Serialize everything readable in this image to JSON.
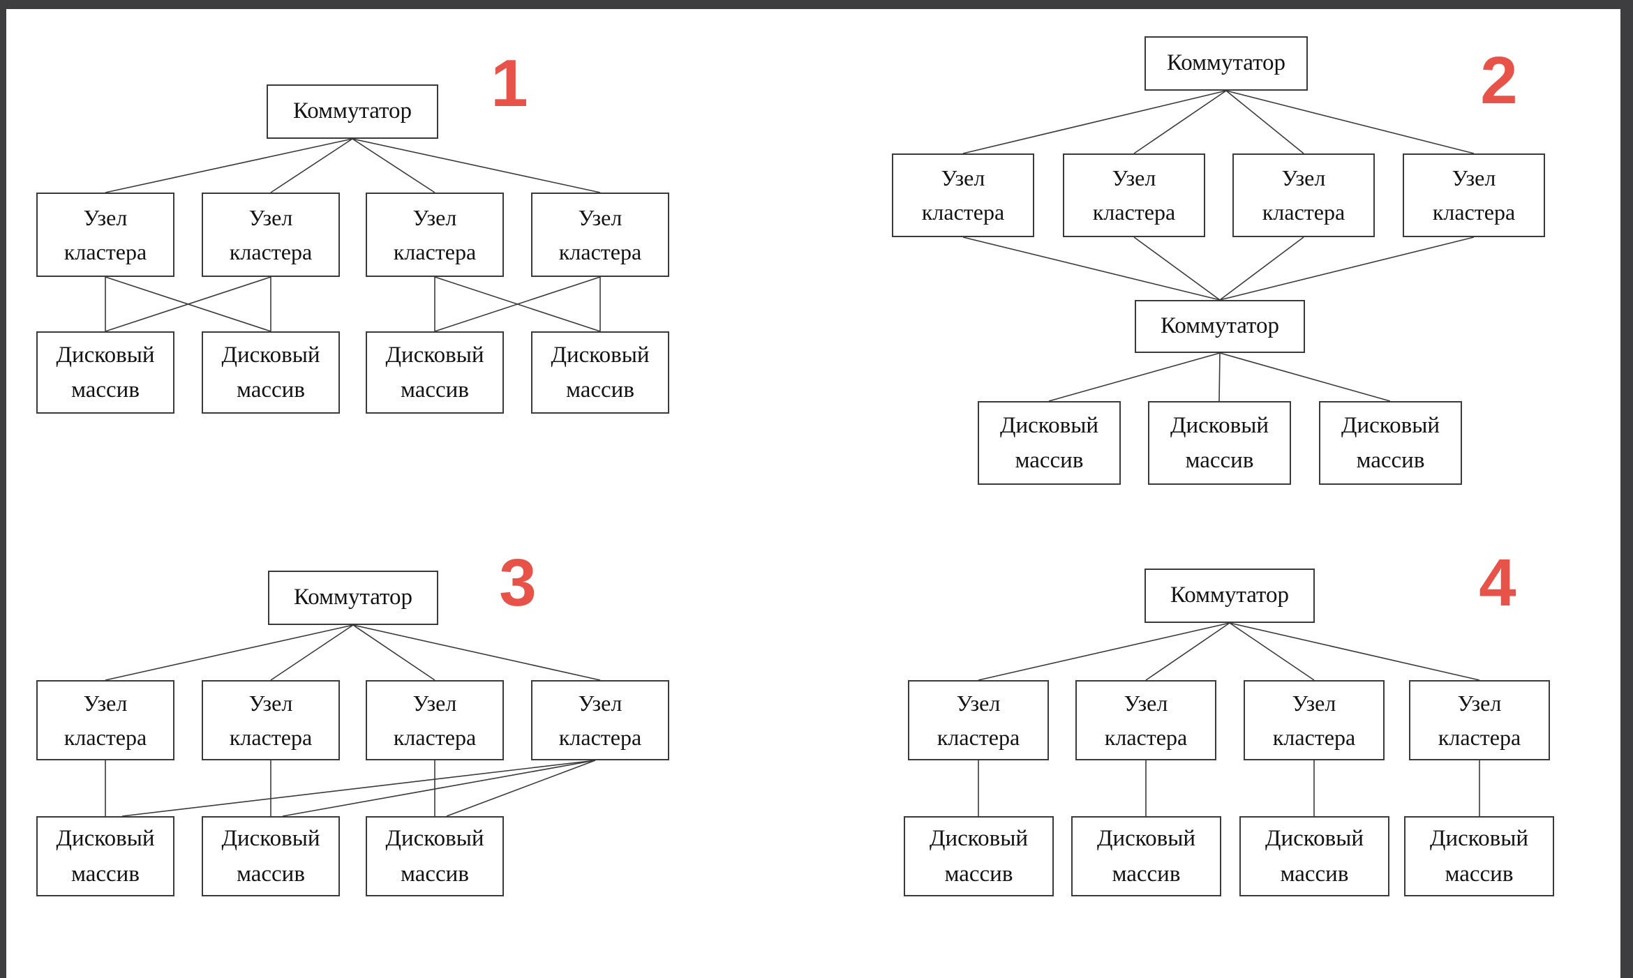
{
  "accent_color": "#e85349",
  "frame": {
    "color": "#3e3e40"
  },
  "labels": {
    "switch": "Коммутатор",
    "node_full": "Узел кластера",
    "node_line1": "Узел",
    "node_line2": "кластера",
    "disk_full": "Дисковый массив",
    "disk_line1": "Дисковый",
    "disk_line2": "массив"
  },
  "diagrams": [
    {
      "number": "1",
      "switch_count": 1,
      "node_count": 4,
      "disk_count": 4,
      "edges": [
        "sw-n1",
        "sw-n2",
        "sw-n3",
        "sw-n4",
        "n1-d1",
        "n1-d2",
        "n2-d1",
        "n2-d2",
        "n3-d3",
        "n3-d4",
        "n4-d3",
        "n4-d4"
      ]
    },
    {
      "number": "2",
      "switch_count": 2,
      "node_count": 4,
      "disk_count": 3,
      "edges": [
        "sw1-n1",
        "sw1-n2",
        "sw1-n3",
        "sw1-n4",
        "n1-sw2",
        "n2-sw2",
        "n3-sw2",
        "n4-sw2",
        "sw2-d1",
        "sw2-d2",
        "sw2-d3"
      ]
    },
    {
      "number": "3",
      "switch_count": 1,
      "node_count": 4,
      "disk_count": 3,
      "edges": [
        "sw-n1",
        "sw-n2",
        "sw-n3",
        "sw-n4",
        "n1-d1",
        "n2-d2",
        "n3-d3",
        "n4-d1",
        "n4-d2",
        "n4-d3"
      ]
    },
    {
      "number": "4",
      "switch_count": 1,
      "node_count": 4,
      "disk_count": 4,
      "edges": [
        "sw-n1",
        "sw-n2",
        "sw-n3",
        "sw-n4",
        "n1-d1",
        "n2-d2",
        "n3-d3",
        "n4-d4"
      ]
    }
  ]
}
